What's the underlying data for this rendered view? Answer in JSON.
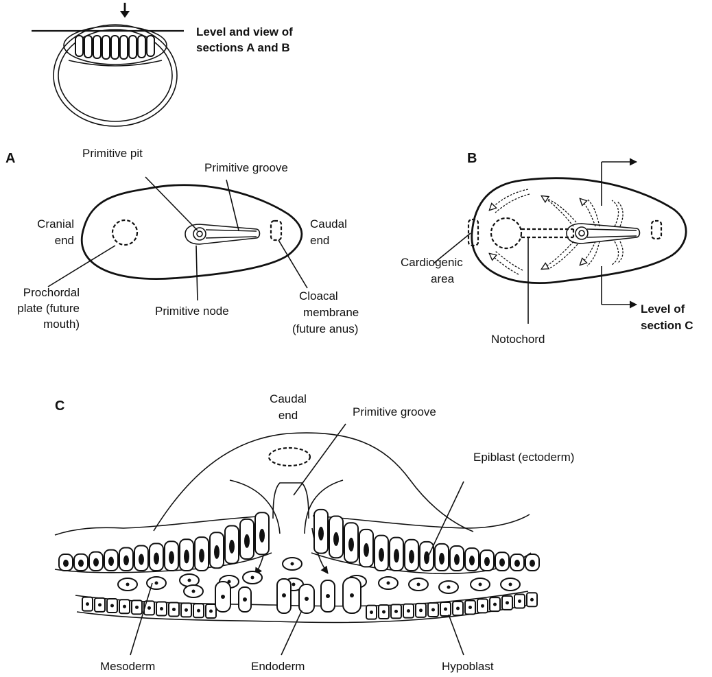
{
  "top": {
    "level_label_line1": "Level and view of",
    "level_label_line2": "sections A and B"
  },
  "panel_a": {
    "letter": "A",
    "primitive_pit": "Primitive pit",
    "primitive_groove": "Primitive groove",
    "cranial_end_line1": "Cranial",
    "cranial_end_line2": "end",
    "caudal_end_line1": "Caudal",
    "caudal_end_line2": "end",
    "prochordal_line1": "Prochordal",
    "prochordal_line2": "plate (future",
    "prochordal_line3": "mouth)",
    "primitive_node": "Primitive node",
    "cloacal_line1": "Cloacal",
    "cloacal_line2": "membrane",
    "cloacal_line3": "(future anus)"
  },
  "panel_b": {
    "letter": "B",
    "cardiogenic_line1": "Cardiogenic",
    "cardiogenic_line2": "area",
    "notochord": "Notochord",
    "level_c_line1": "Level of",
    "level_c_line2": "section C"
  },
  "panel_c": {
    "letter": "C",
    "caudal_end_line1": "Caudal",
    "caudal_end_line2": "end",
    "primitive_groove": "Primitive groove",
    "epiblast": "Epiblast (ectoderm)",
    "mesoderm": "Mesoderm",
    "endoderm": "Endoderm",
    "hypoblast": "Hypoblast"
  }
}
